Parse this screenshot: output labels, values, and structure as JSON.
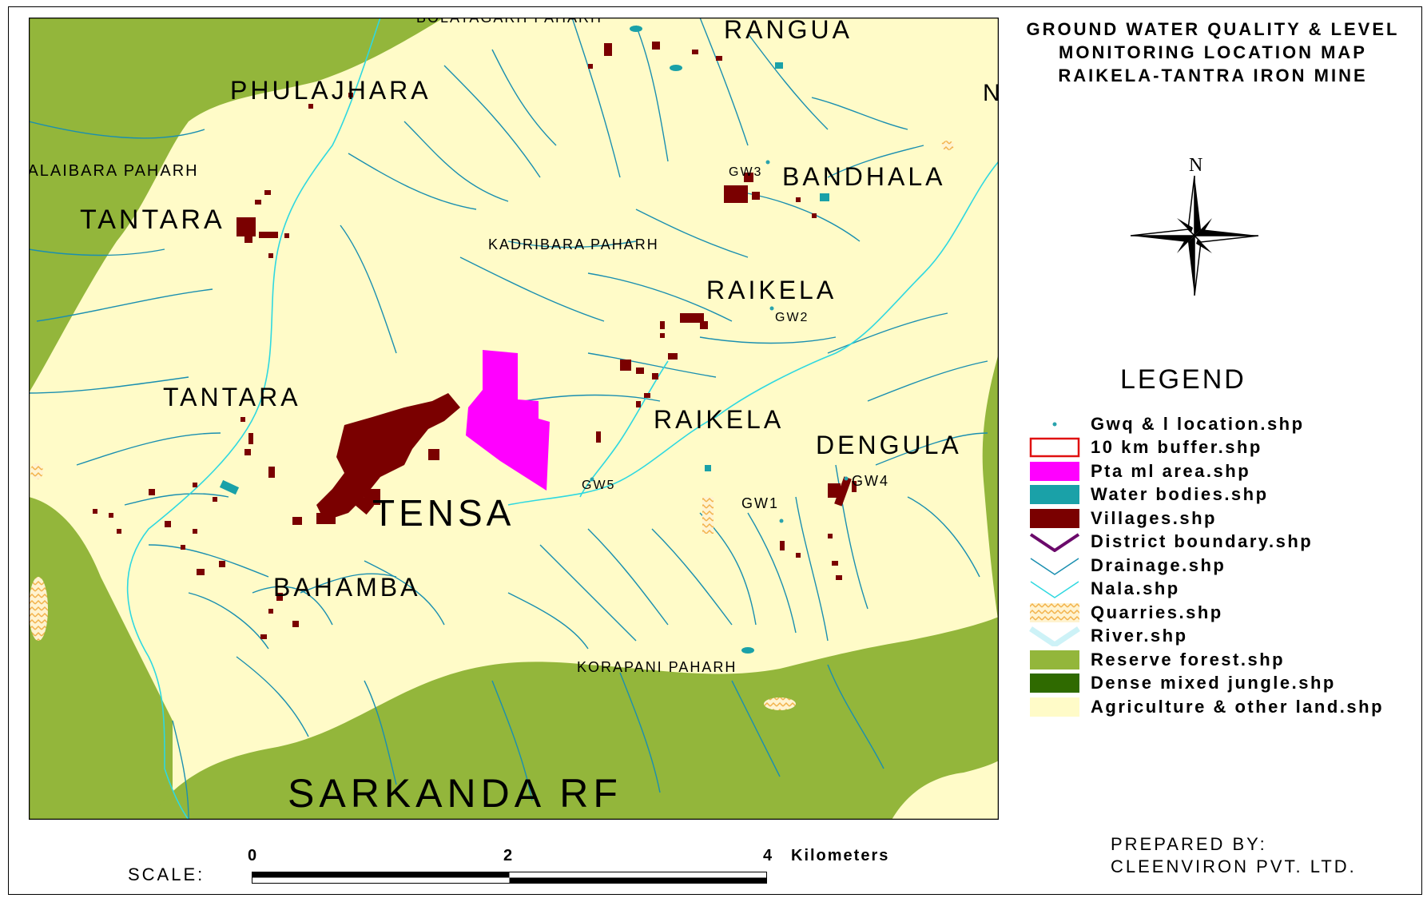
{
  "title": {
    "line1": "GROUND WATER QUALITY & LEVEL",
    "line2": "MONITORING LOCATION MAP",
    "line3": "RAIKELA-TANTRA IRON MINE"
  },
  "north_label": "N",
  "map_edge_letter": "N",
  "legend": {
    "title": "LEGEND",
    "items": [
      {
        "label": "Gwq & l location.shp",
        "kind": "point",
        "color": "#2aa3ad"
      },
      {
        "label": "10 km buffer.shp",
        "kind": "outline",
        "color": "#e01010"
      },
      {
        "label": "Pta ml area.shp",
        "kind": "fill",
        "color": "#ff00ff"
      },
      {
        "label": "Water bodies.shp",
        "kind": "fill",
        "color": "#1aa1a8"
      },
      {
        "label": "Villages.shp",
        "kind": "fill",
        "color": "#7a0000"
      },
      {
        "label": "District boundary.shp",
        "kind": "line",
        "color": "#6b0a6b"
      },
      {
        "label": "Drainage.shp",
        "kind": "line",
        "color": "#1a8fb0"
      },
      {
        "label": "Nala.shp",
        "kind": "line",
        "color": "#2fd8e0"
      },
      {
        "label": "Quarries.shp",
        "kind": "pattern",
        "color": "#f2b24a"
      },
      {
        "label": "River.shp",
        "kind": "line",
        "color": "#cdf2f7"
      },
      {
        "label": "Reserve forest.shp",
        "kind": "fill",
        "color": "#93b63b"
      },
      {
        "label": "Dense mixed jungle.shp",
        "kind": "fill",
        "color": "#2f6a00"
      },
      {
        "label": "Agriculture & other land.shp",
        "kind": "fill",
        "color": "#fffbc8"
      }
    ]
  },
  "places": {
    "bolatagarh": "BOLATAGARH PAHARH",
    "rangua": "RANGUA",
    "phulajhara": "PHULAJHARA",
    "nalaibara": "NALAIBARA PAHARH",
    "tantara_n": "TANTARA",
    "bandhala": "BANDHALA",
    "kadribara": "KADRIBARA PAHARH",
    "raikela_n": "RAIKELA",
    "tantara_s": "TANTARA",
    "raikela_s": "RAIKELA",
    "dengula": "DENGULA",
    "tensa": "TENSA",
    "bahamba": "BAHAMBA",
    "korapani": "KORAPANI PAHARH",
    "sarkanda": "SARKANDA RF"
  },
  "monitoring_points": {
    "gw1": "GW1",
    "gw2": "GW2",
    "gw3": "GW3",
    "gw4": "GW4",
    "gw5": "GW5"
  },
  "scale": {
    "label": "SCALE:",
    "ticks": [
      "0",
      "2",
      "4"
    ],
    "unit": "Kilometers"
  },
  "prepared_by": {
    "line1": "PREPARED BY:",
    "line2": "CLEENVIRON PVT. LTD."
  },
  "colors": {
    "land": "#fffbc8",
    "forest": "#93b63b",
    "village": "#7a0000",
    "mine": "#ff00ff",
    "water": "#1aa1a8",
    "drainage": "#1a8fb0",
    "nala": "#2fd8e0"
  }
}
